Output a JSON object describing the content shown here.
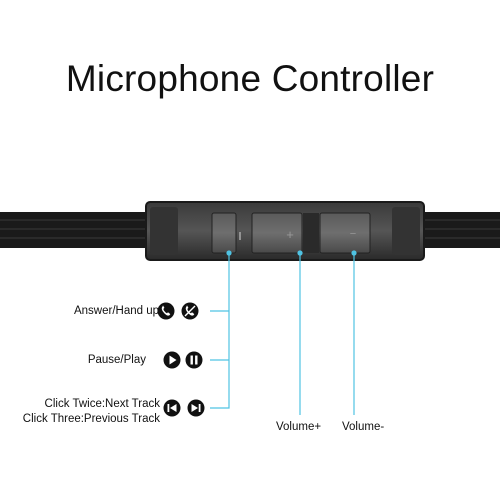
{
  "title": "Microphone Controller",
  "functions": [
    {
      "label": "Answer/Hand up",
      "icons": [
        "phone-answer-icon",
        "phone-hangup-icon"
      ]
    },
    {
      "label": "Pause/Play",
      "icons": [
        "play-icon",
        "pause-icon"
      ]
    },
    {
      "label_line1": "Click Twice:Next Track",
      "label_line2": "Click Three:Previous Track",
      "icons": [
        "previous-track-icon",
        "next-track-icon"
      ]
    }
  ],
  "buttons": [
    {
      "symbol": "—",
      "name": "multi-function"
    },
    {
      "symbol": "+",
      "name": "volume-up"
    },
    {
      "symbol": "−",
      "name": "volume-down"
    }
  ],
  "volume_up_label": "Volume+",
  "volume_down_label": "Volume-",
  "colors": {
    "callout": "#4fc3e3",
    "cable": "#1a1a1a",
    "text": "#111111"
  }
}
